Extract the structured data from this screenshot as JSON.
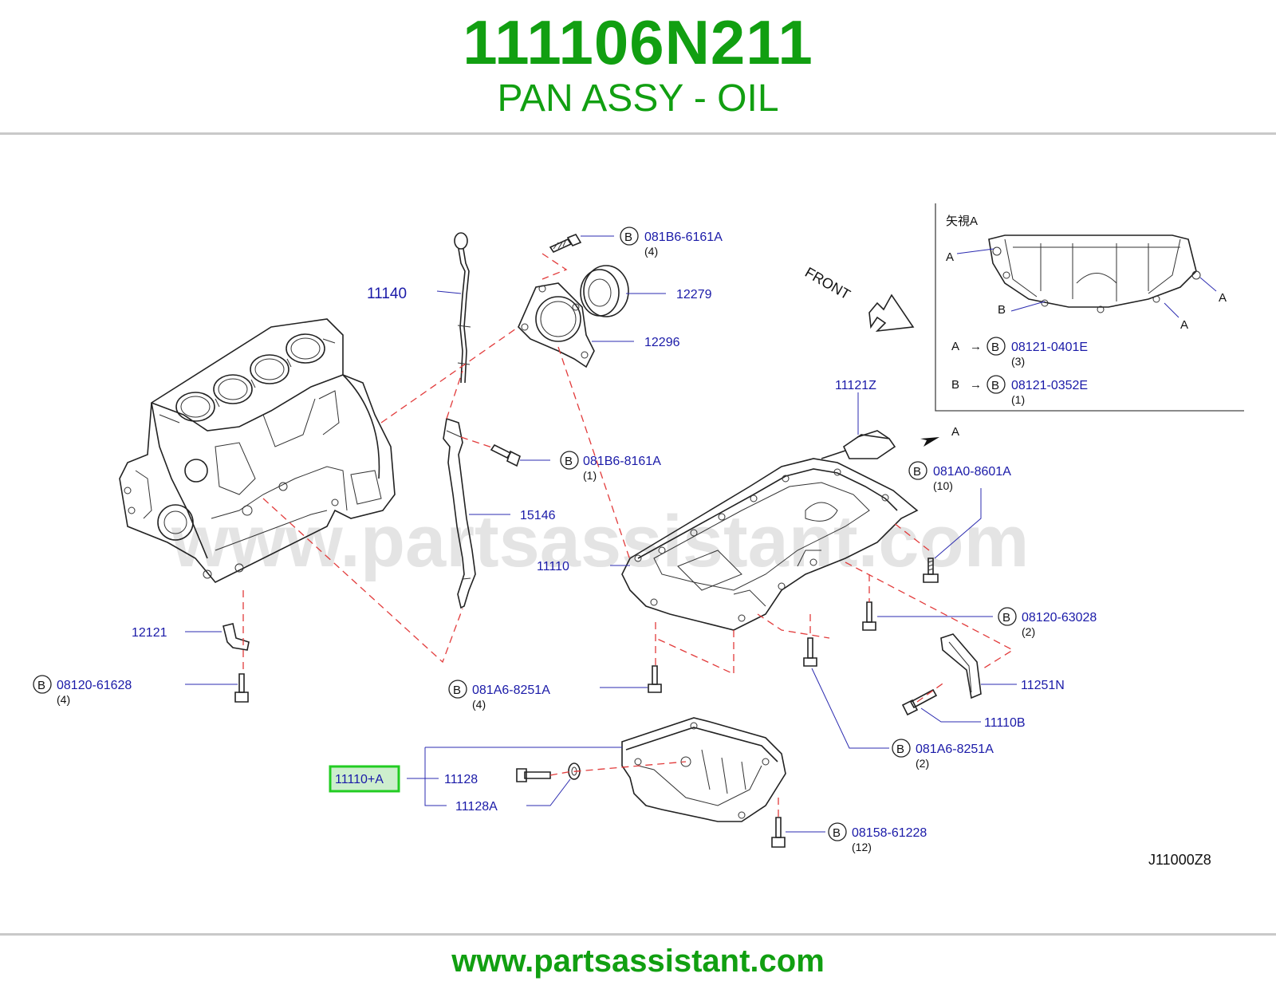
{
  "header": {
    "part_number": "111106N211",
    "part_name": "PAN ASSY - OIL"
  },
  "footer": {
    "url": "www.partsassistant.com"
  },
  "watermark": "www.partsassistant.com",
  "diagram": {
    "reference_code": "J11000Z8",
    "front_label": "FRONT",
    "callouts": {
      "c11140": "11140",
      "c081B6_6161A": "081B6-6161A",
      "q081B6_6161A": "(4)",
      "c12279": "12279",
      "c12296": "12296",
      "c081B6_8161A": "081B6-8161A",
      "q081B6_8161A": "(1)",
      "c15146": "15146",
      "c11121Z": "11121Z",
      "c081A0_8601A": "081A0-8601A",
      "q081A0_8601A": "(10)",
      "c11110": "11110",
      "c12121": "12121",
      "c08120_61628": "08120-61628",
      "q08120_61628": "(4)",
      "c081A6_8251A_left": "081A6-8251A",
      "q081A6_8251A_left": "(4)",
      "c08120_63028": "08120-63028",
      "q08120_63028": "(2)",
      "c11251N": "11251N",
      "c11110B": "11110B",
      "c081A6_8251A_right": "081A6-8251A",
      "q081A6_8251A_right": "(2)",
      "c11110_A": "11110+A",
      "c11128": "11128",
      "c11128A": "11128A",
      "c08158_61228": "08158-61228",
      "q08158_61228": "(12)",
      "point_A": "A"
    },
    "bolt_badge": "B",
    "inset": {
      "title": "矢視A",
      "label_A": "A",
      "label_B": "B",
      "legend": [
        {
          "key": "A",
          "arrow": "→",
          "badge": "B",
          "part": "08121-0401E",
          "qty": "(3)"
        },
        {
          "key": "B",
          "arrow": "→",
          "badge": "B",
          "part": "08121-0352E",
          "qty": "(1)"
        }
      ]
    },
    "highlight_color": "#22cc22",
    "accent_color": "#119f11",
    "callout_color": "#1a1aa8",
    "dash_color": "#e23b3b"
  }
}
